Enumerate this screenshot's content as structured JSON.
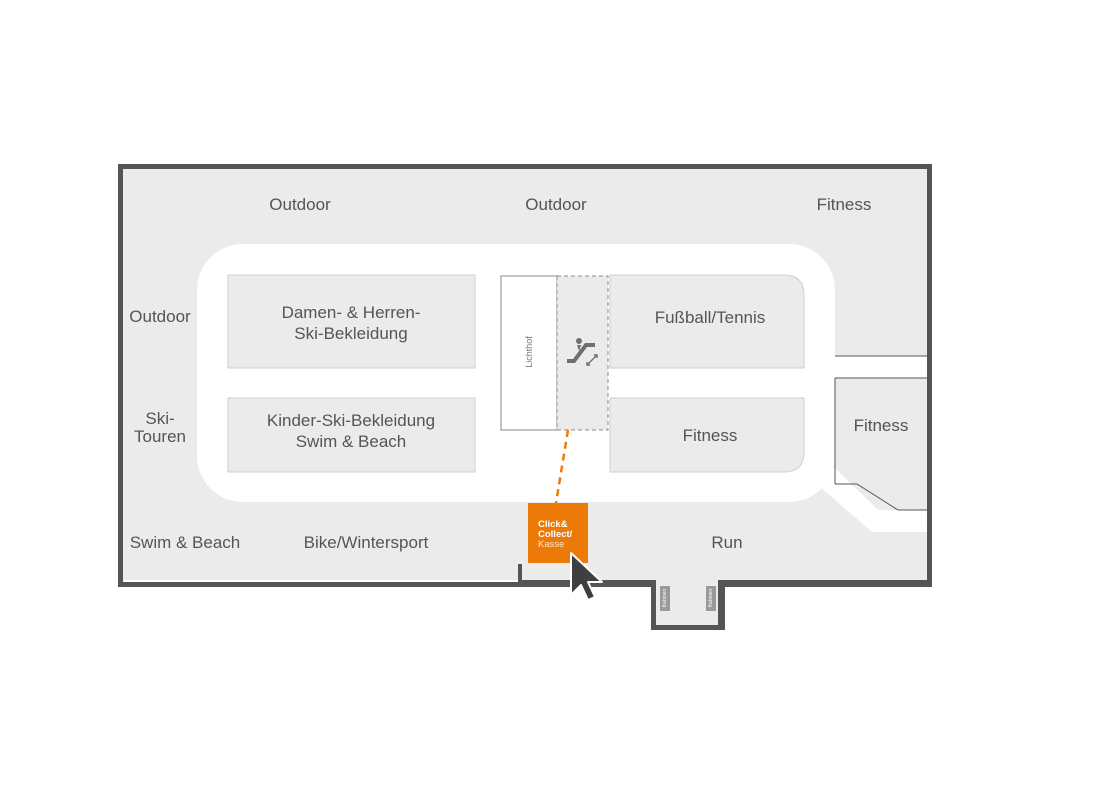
{
  "zones": {
    "outdoor_1": "Outdoor",
    "outdoor_2": "Outdoor",
    "fitness_top": "Fitness",
    "outdoor_left": "Outdoor",
    "ski_line1": "Ski-",
    "ski_line2": "Touren",
    "damen_line1": "Damen- & Herren-",
    "damen_line2": "Ski-Bekleidung",
    "kinder_line1": "Kinder-Ski-Bekleidung",
    "kinder_line2": "Swim & Beach",
    "lichthof": "Lichthof",
    "fussball": "Fußball/Tennis",
    "fitness_center": "Fitness",
    "fitness_right": "Fitness",
    "swim_left": "Swim & Beach",
    "bike": "Bike/Wintersport",
    "run": "Run"
  },
  "click_collect": {
    "line1": "Click&",
    "line2": "Collect/",
    "line3": "Kasse"
  },
  "cabins": {
    "left": "Kabinen",
    "right": "Kabinen"
  },
  "icons": {
    "escalator": "escalator-icon",
    "cursor": "pointer-cursor-icon"
  },
  "colors": {
    "floor": "#ebebeb",
    "aisle": "#ffffff",
    "wall": "#555555",
    "accent": "#ec7a08",
    "text": "#555555"
  }
}
